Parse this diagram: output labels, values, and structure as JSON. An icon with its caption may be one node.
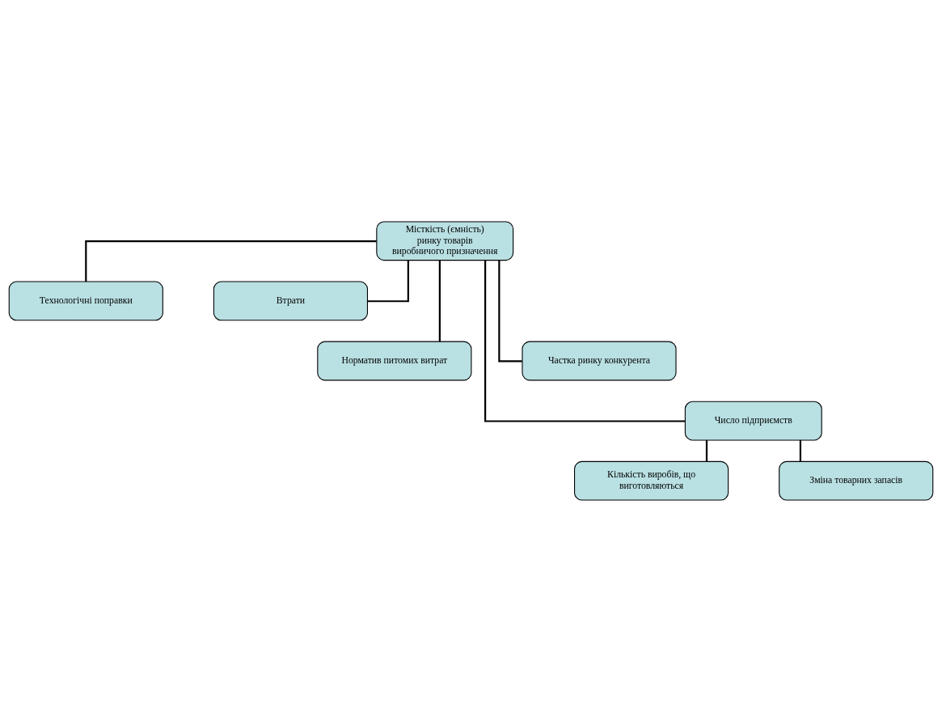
{
  "diagram": {
    "nodes": [
      {
        "text": [
          "Місткість (ємність) ринку товарів виробничого призначення"
        ]
      },
      {
        "text": [
          "Технологічні поправки"
        ]
      },
      {
        "text": [
          "Втрати"
        ]
      },
      {
        "text": [
          "Норматив питомих витрат"
        ]
      },
      {
        "text": [
          "Частка ринку конкурента"
        ]
      },
      {
        "text": [
          "Число підприємств"
        ]
      },
      {
        "text": [
          "Кількість виробів, що виготовляються"
        ]
      },
      {
        "text": [
          "Зміна товарних запасів"
        ]
      }
    ],
    "edges": [
      {
        "from": 0,
        "to": 1,
        "arrow": "none"
      },
      {
        "from": 0,
        "to": 2,
        "arrow": "none"
      },
      {
        "from": 0,
        "to": 3,
        "arrow": "none"
      },
      {
        "from": 0,
        "to": 4,
        "arrow": "none"
      },
      {
        "from": 0,
        "to": 5,
        "arrow": "none"
      },
      {
        "from": 5,
        "to": 6,
        "arrow": "none"
      },
      {
        "from": 5,
        "to": 7,
        "arrow": "none"
      }
    ]
  }
}
